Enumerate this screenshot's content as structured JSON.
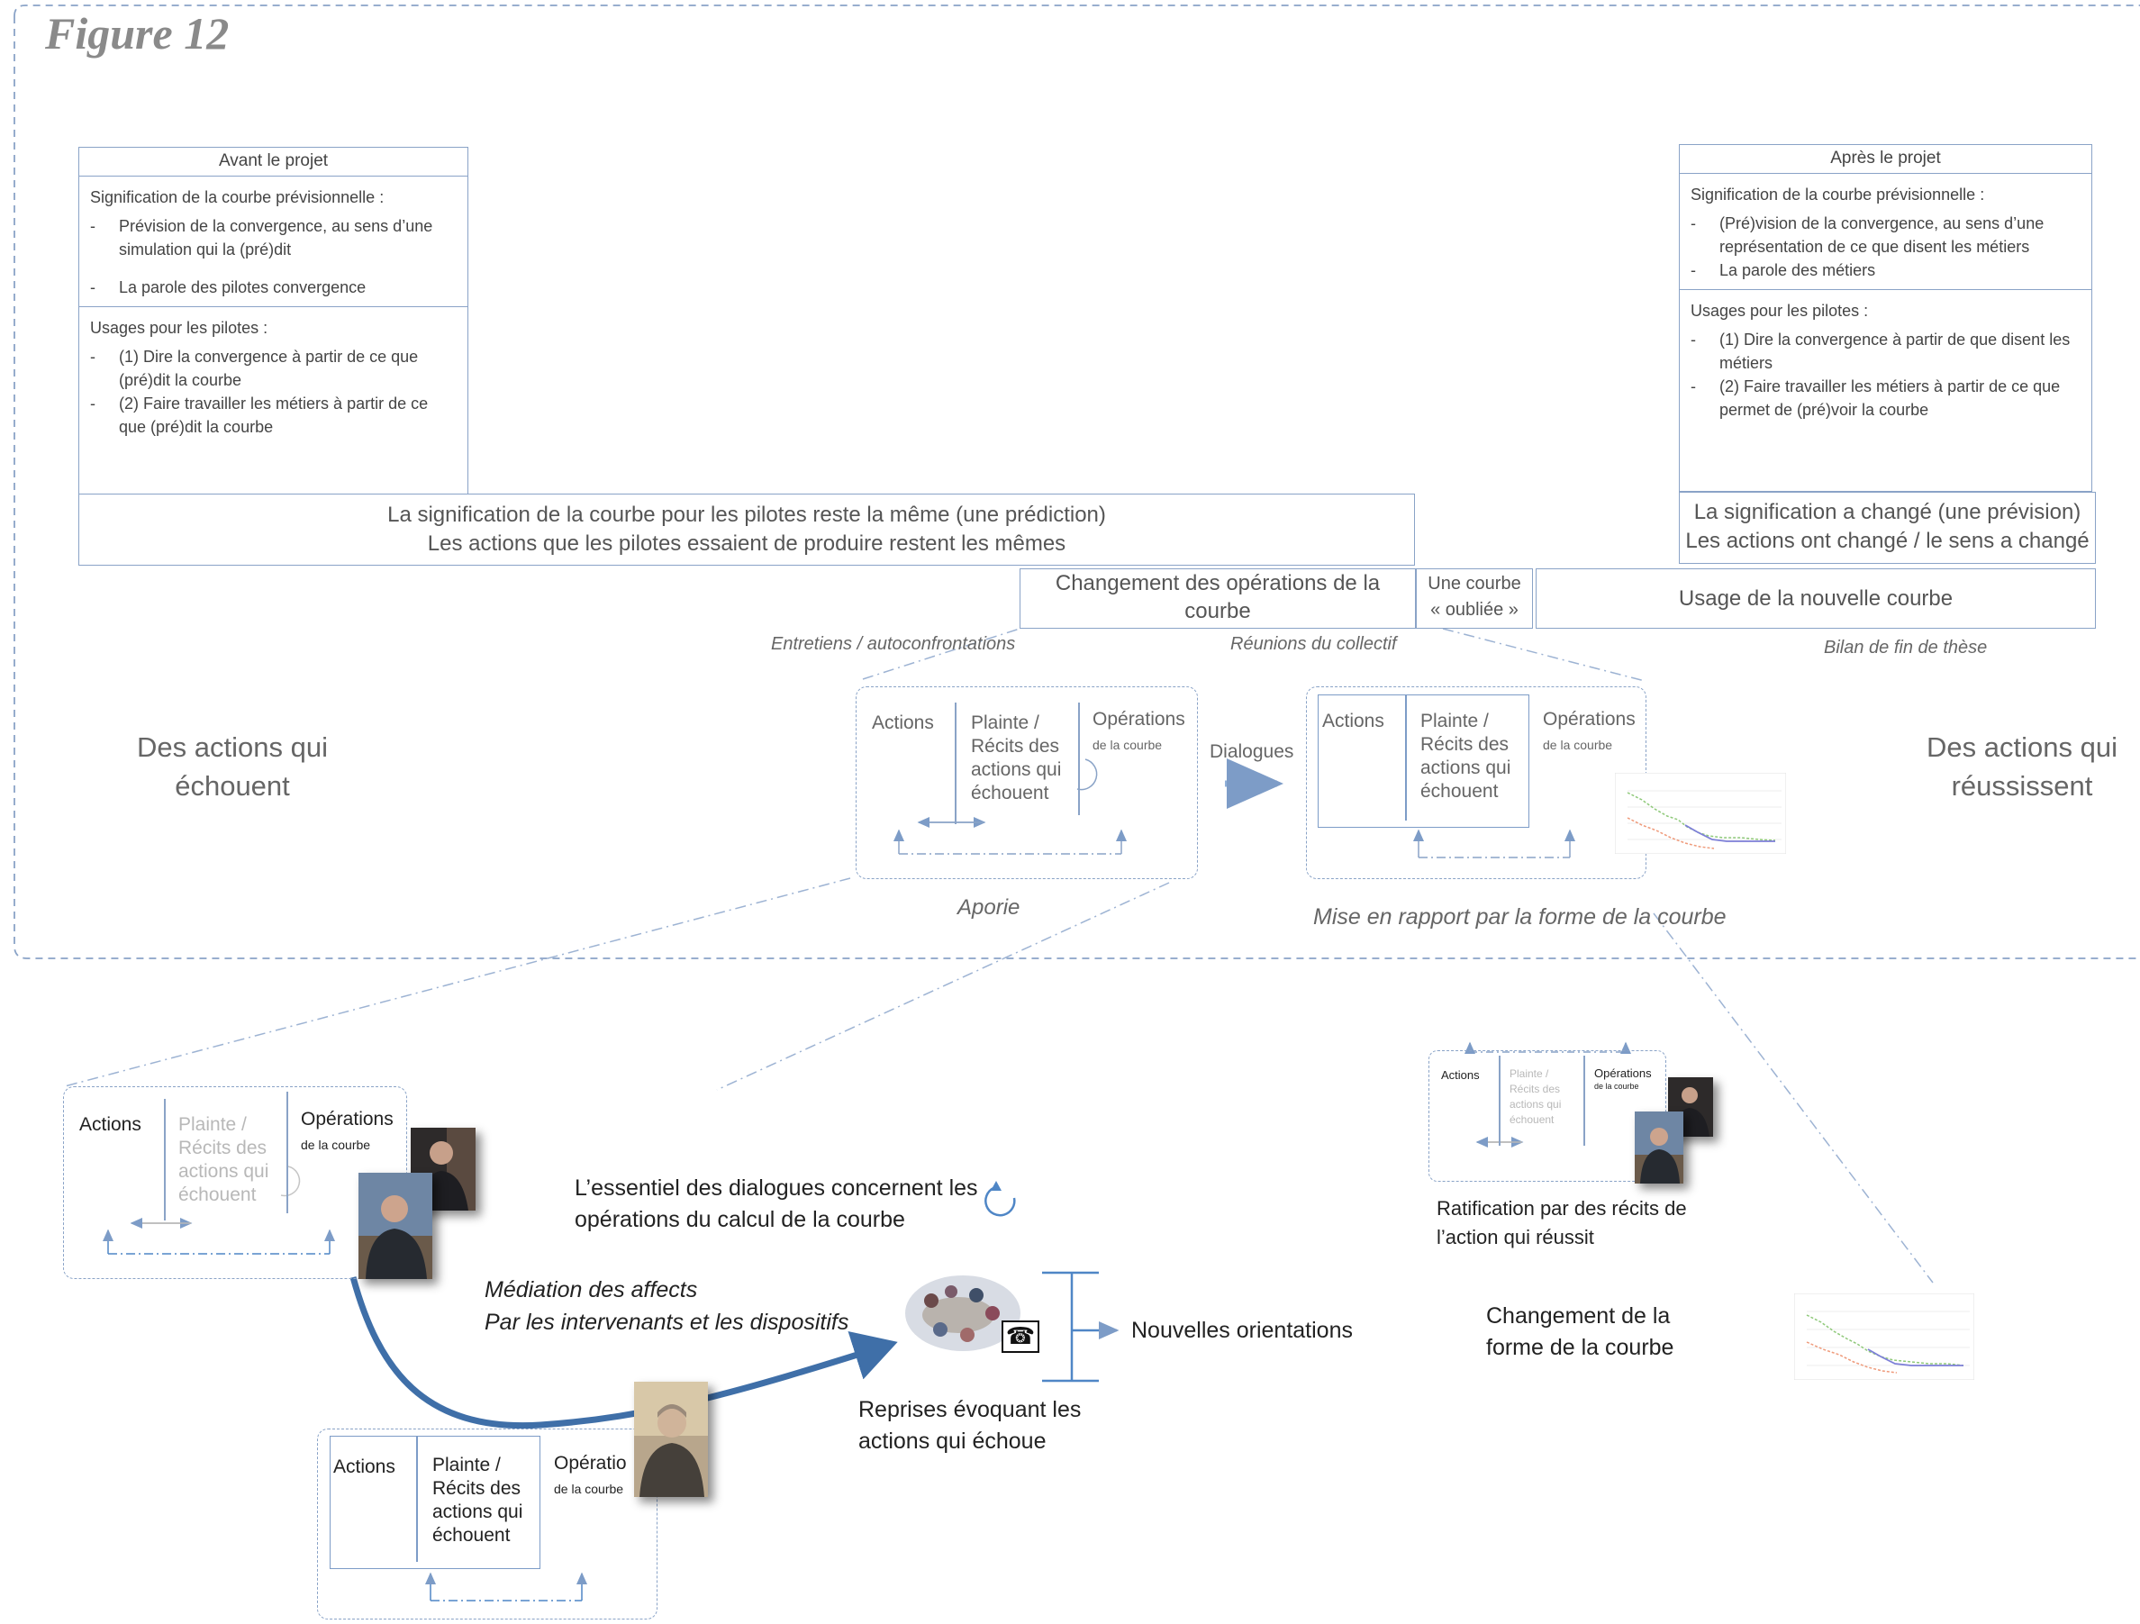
{
  "figure_title": "Figure 12",
  "before": {
    "header": "Avant le projet",
    "signification_title": "Signification de la courbe prévisionnelle :",
    "signification_items": [
      "Prévision de la convergence, au sens d’une simulation qui la (pré)dit",
      "La parole des pilotes convergence"
    ],
    "usages_title": "Usages pour les pilotes :",
    "usages_items": [
      "(1) Dire la convergence à partir de ce que (pré)dit la courbe",
      "(2) Faire travailler les métiers à partir de ce que (pré)dit la courbe"
    ]
  },
  "after": {
    "header": "Après le projet",
    "signification_title": "Signification de la courbe prévisionnelle :",
    "signification_items": [
      "(Pré)vision de la convergence, au sens d’une représentation de ce que disent les métiers",
      "La parole des métiers"
    ],
    "usages_title": "Usages pour les pilotes :",
    "usages_items": [
      "(1) Dire la convergence à partir de que disent les métiers",
      "(2) Faire travailler les métiers à partir de ce que permet de (pré)voir la courbe"
    ]
  },
  "bars": {
    "same_line1": "La signification de la courbe pour les pilotes reste la même (une prédiction)",
    "same_line2": "Les actions que les pilotes essaient de produire restent les mêmes",
    "changed_line1": "La signification a changé (une prévision)",
    "changed_line2": "Les actions ont changé / le sens a changé",
    "change_ops": "Changement des opérations de la courbe",
    "forgotten": "Une courbe « oubliée »",
    "new_usage": "Usage de la nouvelle courbe"
  },
  "captions": {
    "interviews": "Entretiens / autoconfrontations",
    "meetings": "Réunions du collectif",
    "thesis": "Bilan de fin de thèse",
    "aporia": "Aporie",
    "relation": "Mise en rapport  par la forme de la courbe"
  },
  "side_labels": {
    "fail": "Des actions qui échouent",
    "success": "Des actions qui réussissent"
  },
  "cells": {
    "actions": "Actions",
    "complaint": "Plainte / Récits des actions qui échouent",
    "operations": "Opérations",
    "of_curve": "de la courbe",
    "operations_cut": "Opératio"
  },
  "dialogues_label": "Dialogues",
  "bottom": {
    "essential": "L’essentiel des dialogues concernent les opérations du calcul de la courbe",
    "mediation_line1": "Médiation des affects",
    "mediation_line2": "Par les intervenants et les dispositifs",
    "reprises": "Reprises évoquant les actions qui échoue",
    "orientations": "Nouvelles orientations",
    "ratification": "Ratification par des récits de l’action qui réussit",
    "shape_change": "Changement de la forme de la courbe"
  },
  "colors": {
    "blue": "#8aa3c7",
    "arrow_blue": "#3f6fa8",
    "line_blue": "#9db3d3"
  }
}
